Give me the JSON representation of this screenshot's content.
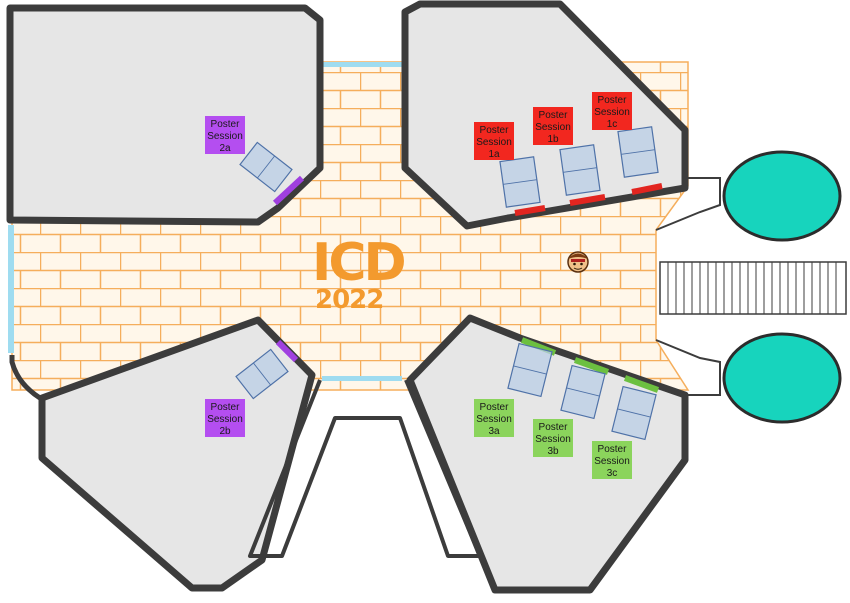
{
  "map": {
    "logo": {
      "line1": "ICD",
      "line2": "2022"
    },
    "colors": {
      "floor": "#fff7ea",
      "brick": "#f5ae5c",
      "room": "#e6e6e6",
      "wall": "#3c3c3c",
      "window": "#9fdcf0",
      "pool": "#17d4bd",
      "session1": "#f2271f",
      "session2": "#b44ef0",
      "session3": "#8bd45c"
    },
    "signs": {
      "s1a": {
        "l1": "Poster",
        "l2": "Session",
        "l3": "1a"
      },
      "s1b": {
        "l1": "Poster",
        "l2": "Session",
        "l3": "1b"
      },
      "s1c": {
        "l1": "Poster",
        "l2": "Session",
        "l3": "1c"
      },
      "s2a": {
        "l1": "Poster",
        "l2": "Session",
        "l3": "2a"
      },
      "s2b": {
        "l1": "Poster",
        "l2": "Session",
        "l3": "2b"
      },
      "s3a": {
        "l1": "Poster",
        "l2": "Session",
        "l3": "3a"
      },
      "s3b": {
        "l1": "Poster",
        "l2": "Session",
        "l3": "3b"
      },
      "s3c": {
        "l1": "Poster",
        "l2": "Session",
        "l3": "3c"
      }
    },
    "player": {
      "icon": "avatar-icon"
    }
  }
}
